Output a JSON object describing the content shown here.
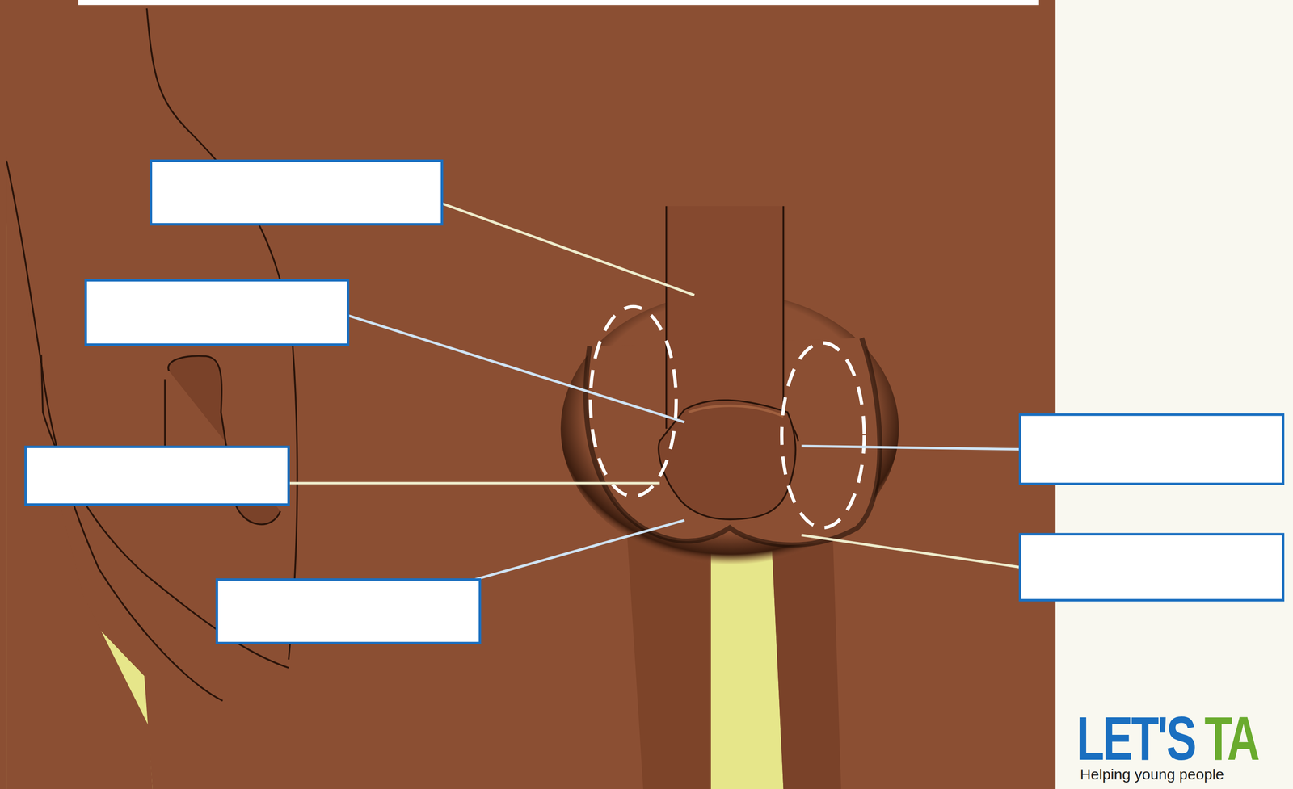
{
  "diagram": {
    "labels": [
      "LET'S",
      "TA",
      "Helping young people"
    ]
  }
}
